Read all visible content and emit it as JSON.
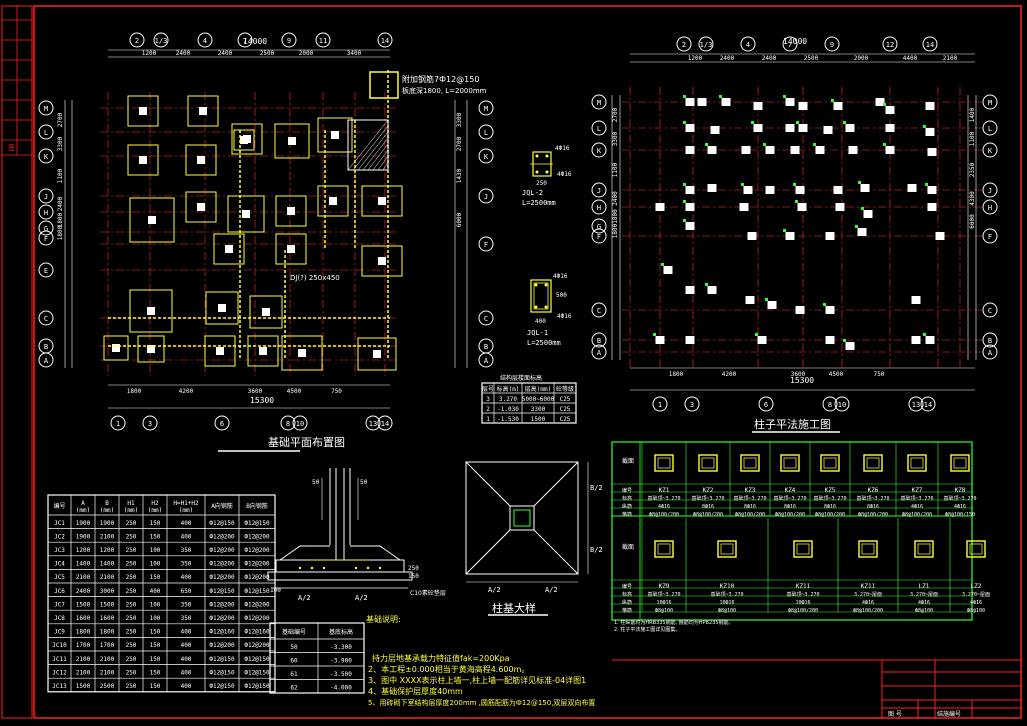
{
  "colors": {
    "background": "#000000",
    "frame": "#ff2020",
    "axis": "#ff3030",
    "structure": "#ffffff",
    "text": "#ffffff",
    "notes": "#ffff33",
    "column": "#ffff33",
    "table_grid": "#33ff33",
    "cyan": "#00ffff"
  },
  "left_plan": {
    "top_axes": [
      "2",
      "1/3",
      "4",
      "7",
      "9",
      "11",
      "14"
    ],
    "bottom_axes": [
      "1",
      "3",
      "6",
      "8",
      "10",
      "13",
      "14"
    ],
    "left_axes": [
      "M",
      "L",
      "K",
      "J",
      "H",
      "G",
      "F",
      "E",
      "C",
      "B",
      "A"
    ],
    "right_axes": [
      "M",
      "L",
      "K",
      "J",
      "F",
      "C",
      "B",
      "A"
    ],
    "top_dims": [
      "1200",
      "2400",
      "2400",
      "2500",
      "2000",
      "3400"
    ],
    "top_total": "14000",
    "bottom_dims": [
      "1800",
      "4200",
      "3600",
      "4500",
      "750"
    ],
    "bottom_total": "15300",
    "left_dims": [
      "2700",
      "3300",
      "1100",
      "2400",
      "1800",
      "1800"
    ],
    "right_dims": [
      "3300",
      "2700",
      "1430",
      "6000"
    ],
    "note_top": "附加钢筋7Ф12@150",
    "note_top2": "板底深1800, L=2000mm",
    "note_mid": "DJ(?) 250x450",
    "title": "基础平面布置图"
  },
  "right_plan": {
    "top_axes": [
      "2",
      "1/3",
      "4",
      "7",
      "9",
      "12",
      "14"
    ],
    "bottom_axes": [
      "1",
      "3",
      "6",
      "8",
      "10",
      "13",
      "14"
    ],
    "left_axes": [
      "M",
      "L",
      "K",
      "J",
      "H",
      "G",
      "F",
      "C",
      "B",
      "A"
    ],
    "right_axes": [
      "M",
      "L",
      "K",
      "J",
      "H",
      "F",
      "C",
      "B",
      "A"
    ],
    "top_dims": [
      "1200",
      "2400",
      "2400",
      "2500",
      "2000",
      "4400",
      "2100"
    ],
    "top_total": "14000",
    "bottom_dims": [
      "1800",
      "4200",
      "3600",
      "4500",
      "750"
    ],
    "bottom_total": "15300",
    "left_dims": [
      "2700",
      "3300",
      "1100",
      "2400",
      "1800",
      "1800"
    ],
    "right_dims": [
      "1400",
      "1100",
      "2350",
      "4300",
      "6000"
    ],
    "title": "柱子平法施工图"
  },
  "details": {
    "jq2": {
      "label": "JQL-2",
      "length": "L=2500mm",
      "bar1": "4Ф16",
      "bar2": "4Ф16",
      "dim": "250"
    },
    "jq1": {
      "label": "JQL-1",
      "length": "L=2500mm",
      "bar1": "4Ф16",
      "bar2": "4Ф16",
      "dim1": "400",
      "dim2": "500"
    }
  },
  "level_table": {
    "headers": [
      "层号",
      "标高(m)",
      "层高(mm)",
      "砼等级"
    ],
    "caption": "结构层楼面标高",
    "rows": [
      [
        "3",
        "3.270",
        "5000~6000",
        "C25"
      ],
      [
        "2",
        "-1.030",
        "3300",
        "C25"
      ],
      [
        "1",
        "-1.530",
        "1500",
        "C25"
      ]
    ]
  },
  "footing_table": {
    "headers": [
      "编号",
      "A\n(mm)",
      "B\n(mm)",
      "H1\n(mm)",
      "H2\n(mm)",
      "H=H1+H2\n(mm)",
      "A向钢筋",
      "B向钢筋"
    ],
    "rows": [
      [
        "JC1",
        "1900",
        "1900",
        "250",
        "150",
        "400",
        "Ф12@150",
        "Ф12@150"
      ],
      [
        "JC2",
        "1900",
        "2100",
        "250",
        "150",
        "400",
        "Ф12@200",
        "Ф12@200"
      ],
      [
        "JC3",
        "1200",
        "1200",
        "250",
        "100",
        "350",
        "Ф12@200",
        "Ф12@200"
      ],
      [
        "JC4",
        "1400",
        "1400",
        "250",
        "100",
        "350",
        "Ф12@200",
        "Ф12@200"
      ],
      [
        "JC5",
        "2100",
        "2100",
        "250",
        "150",
        "400",
        "Ф12@200",
        "Ф12@200"
      ],
      [
        "JC6",
        "2400",
        "3000",
        "250",
        "400",
        "650",
        "Ф12@150",
        "Ф12@150"
      ],
      [
        "JC7",
        "1500",
        "1500",
        "250",
        "100",
        "350",
        "Ф12@200",
        "Ф12@200"
      ],
      [
        "JC8",
        "1600",
        "1600",
        "250",
        "100",
        "350",
        "Ф12@200",
        "Ф12@200"
      ],
      [
        "JC9",
        "1800",
        "1800",
        "250",
        "150",
        "400",
        "Ф12@160",
        "Ф12@160"
      ],
      [
        "JC10",
        "1700",
        "1700",
        "250",
        "150",
        "400",
        "Ф12@200",
        "Ф12@200"
      ],
      [
        "JC11",
        "2100",
        "2100",
        "250",
        "150",
        "400",
        "Ф12@150",
        "Ф12@150"
      ],
      [
        "JC12",
        "2100",
        "2100",
        "250",
        "150",
        "400",
        "Ф12@150",
        "Ф12@150"
      ],
      [
        "JC13",
        "1500",
        "2500",
        "250",
        "150",
        "400",
        "Ф12@150",
        "Ф12@150"
      ]
    ]
  },
  "depth_table": {
    "headers": [
      "基础编号",
      "基底标高"
    ],
    "rows": [
      [
        "50",
        "-3.300"
      ],
      [
        "60",
        "-3.900"
      ],
      [
        "61",
        "-3.500"
      ],
      [
        "62",
        "-4.000"
      ]
    ]
  },
  "section": {
    "label_a": "A/2",
    "label_b": "A/2",
    "dims": [
      "100",
      "250",
      "150",
      "50",
      "50"
    ],
    "caption": "C10素砼垫层"
  },
  "plan_detail": {
    "title": "柱基大样",
    "a1": "A/2",
    "a2": "A/2",
    "b1": "B/2",
    "b2": "B/2"
  },
  "notes": {
    "title": "基础说明:",
    "lines": [
      "持力层地基承载力特征值fak=200Kpa",
      "2、本工程±0.000相当于黄海高程4.600m。",
      "3、图中 XXXX表示柱上墙一,柱上墙一配筋详见标准-04详图1",
      "4、基础保护层厚度40mm",
      "5、用砖砌下室结构层厚度200mm ,圆筋配筋为Ф12@150,双层双向布置"
    ]
  },
  "column_table": {
    "row_header": "截面",
    "rows_labels": [
      "编号",
      "标高",
      "纵筋",
      "箍筋"
    ],
    "top": [
      {
        "name": "KZ1",
        "lvl": "基础顶~3.270",
        "bar": "4Ф16",
        "stir": "Ф8@100/200"
      },
      {
        "name": "KZ2",
        "lvl": "基础顶~3.270",
        "bar": "8Ф16",
        "stir": "Ф8@100/200"
      },
      {
        "name": "KZ3",
        "lvl": "基础顶~3.270",
        "bar": "8Ф16",
        "stir": "Ф8@100/200"
      },
      {
        "name": "KZ4",
        "lvl": "基础顶~3.270",
        "bar": "8Ф16",
        "stir": "Ф8@100/200"
      },
      {
        "name": "KZ5",
        "lvl": "基础顶~3.270",
        "bar": "8Ф16",
        "stir": "Ф8@100/200"
      },
      {
        "name": "KZ6",
        "lvl": "基础顶~3.270",
        "bar": "8Ф16",
        "stir": "Ф8@100/200"
      },
      {
        "name": "KZ7",
        "lvl": "基础顶~3.270",
        "bar": "4Ф16",
        "stir": "Ф8@100/200"
      },
      {
        "name": "KZ8",
        "lvl": "基础顶~3.270",
        "bar": "4Ф16",
        "stir": "Ф8@100/150"
      }
    ],
    "bottom": [
      {
        "name": "KZ9",
        "lvl": "基础顶~3.270",
        "bar": "10Ф16",
        "stir": "Ф8@100"
      },
      {
        "name": "KZ10",
        "lvl": "基础顶~3.270",
        "bar": "10Ф16",
        "stir": "Ф8@100"
      },
      {
        "name": "KZ11",
        "lvl": "基础顶~3.270",
        "bar": "10Ф16",
        "stir": "Ф8@100/200"
      },
      {
        "name": "KZ11",
        "lvl": "3.270~屋面",
        "bar": "4Ф16",
        "stir": "Ф8@100/200"
      },
      {
        "name": "LZ1",
        "lvl": "3.270~屋面",
        "bar": "4Ф16",
        "stir": "Ф8@100"
      },
      {
        "name": "LZ2",
        "lvl": "3.270~屋面",
        "bar": "4Ф16",
        "stir": "Ф8@100"
      }
    ],
    "footnote1": "1. 柱纵筋均为HRB335钢筋, 箍筋均为HPB235钢筋。",
    "footnote2": "2. 柱子平法施工图详见图集。"
  },
  "title_block": {
    "cell1": "图 号",
    "cell2": "结施编号",
    "left_strip": [
      "签",
      "字",
      "栏"
    ]
  }
}
